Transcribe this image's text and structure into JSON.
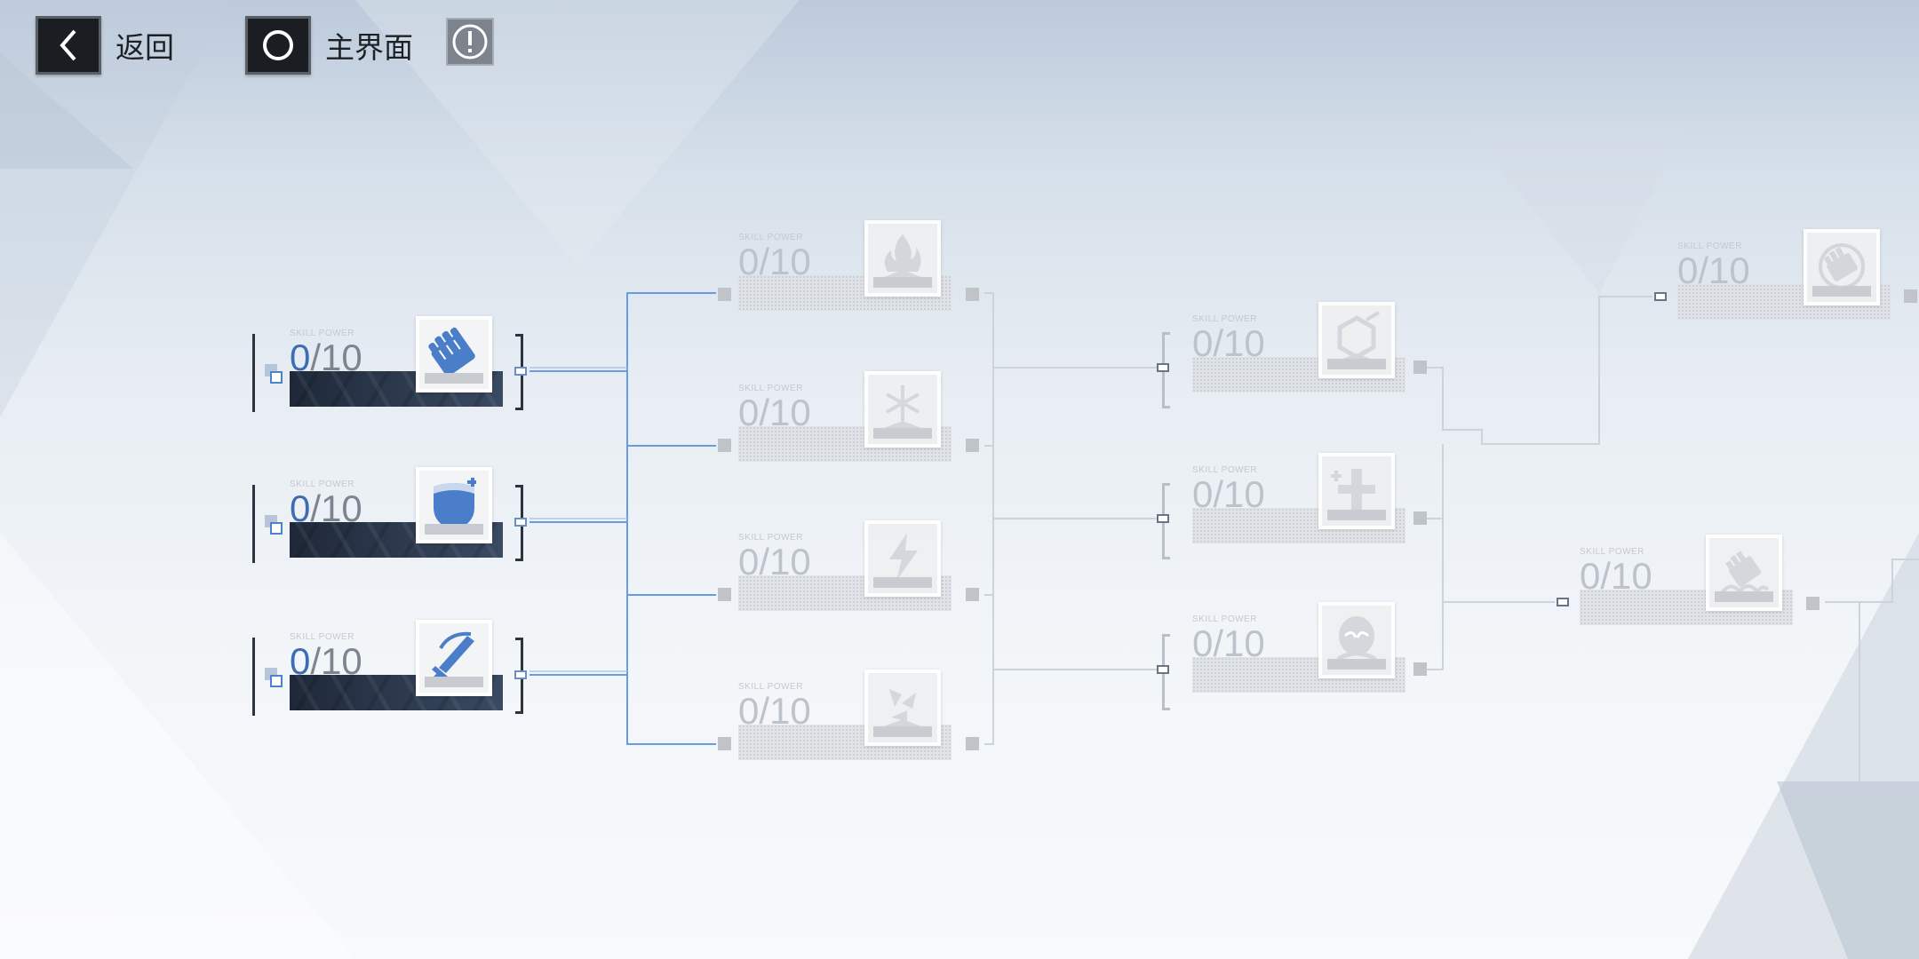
{
  "topbar": {
    "back_label": "返回",
    "home_label": "主界面"
  },
  "icons": {
    "back": "chevron-left-icon",
    "home": "circle-icon",
    "info": "exclamation-icon"
  },
  "colors": {
    "active_value": "#3e6db2",
    "active_line": "#6a9be0",
    "inactive_line": "#cdd3da",
    "active_bar": "#2e3a4e"
  },
  "skill_caption": "SKILL POWER",
  "nodes": [
    {
      "id": "fist",
      "current": "0",
      "max": "/10",
      "value": "0/10",
      "active": true,
      "icon": "fist-icon"
    },
    {
      "id": "shield",
      "current": "0",
      "max": "/10",
      "value": "0/10",
      "active": true,
      "icon": "shield-icon"
    },
    {
      "id": "blade",
      "current": "0",
      "max": "/10",
      "value": "0/10",
      "active": true,
      "icon": "blade-icon"
    },
    {
      "id": "fire",
      "value": "0/10",
      "active": false,
      "icon": "fire-icon"
    },
    {
      "id": "ice",
      "value": "0/10",
      "active": false,
      "icon": "snowflake-icon"
    },
    {
      "id": "lightning",
      "value": "0/10",
      "active": false,
      "icon": "lightning-icon"
    },
    {
      "id": "wind",
      "value": "0/10",
      "active": false,
      "icon": "wind-icon"
    },
    {
      "id": "hex-strike",
      "value": "0/10",
      "active": false,
      "icon": "hexagon-strike-icon"
    },
    {
      "id": "cross",
      "value": "0/10",
      "active": false,
      "icon": "cross-sword-icon"
    },
    {
      "id": "spirit",
      "value": "0/10",
      "active": false,
      "icon": "spirit-face-icon"
    },
    {
      "id": "fist-gauntlet",
      "value": "0/10",
      "active": false,
      "icon": "gauntlet-icon"
    },
    {
      "id": "fist-storm",
      "value": "0/10",
      "active": false,
      "icon": "storm-fist-icon"
    }
  ]
}
